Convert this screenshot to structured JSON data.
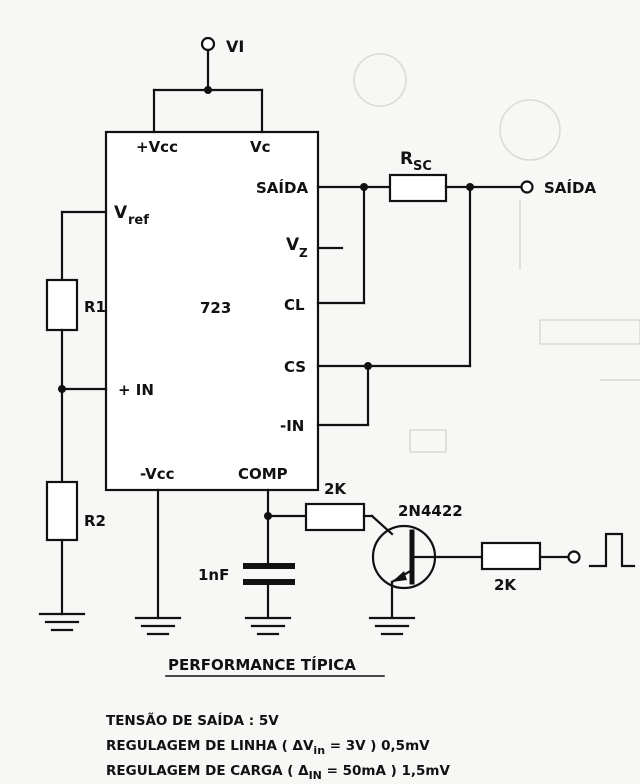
{
  "ic": {
    "name": "723",
    "pins": {
      "vcc_plus": "+Vcc",
      "vc": "Vc",
      "saida": "SAÍDA",
      "vref": "V",
      "vref_sub": "ref",
      "vz": "V",
      "vz_sub": "Z",
      "cl": "CL",
      "cs": "CS",
      "in_plus": "+ IN",
      "in_minus": "-IN",
      "vcc_minus": "-Vcc",
      "comp": "COMP"
    }
  },
  "labels": {
    "vi": "VI",
    "rsc": "R",
    "rsc_sub": "SC",
    "saida_out": "SAÍDA",
    "r1": "R1",
    "r2": "R2",
    "r_base": "2K",
    "r_input": "2K",
    "transistor": "2N4422",
    "capacitor": "1nF"
  },
  "performance": {
    "title": "PERFORMANCE TÍPICA",
    "lines": [
      "TENSÃO DE SAÍDA : 5V",
      "REGULAGEM DE LINHA ( ΔV",
      "REGULAGEM DE CARGA ( Δ"
    ],
    "line2_sub": "in",
    "line2_rest": " = 3V ) 0,5mV",
    "line3_sub": "IN",
    "line3_rest": " = 50mA ) 1,5mV"
  }
}
